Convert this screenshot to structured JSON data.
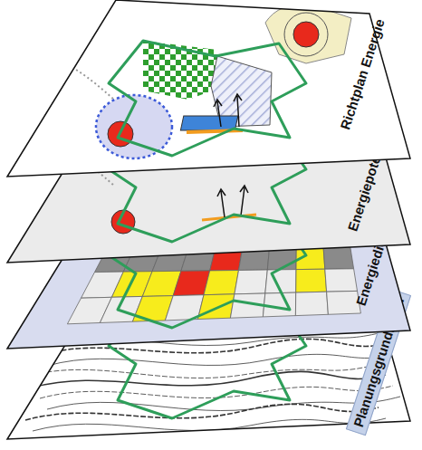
{
  "diagram": {
    "nodes": [
      {
        "text": [
          "Richtplan Energie"
        ]
      },
      {
        "text": [
          "Energiepotentiale"
        ]
      },
      {
        "text": [
          "Energiedichte"
        ]
      },
      {
        "text": [
          "Planungsgrundlagen"
        ]
      }
    ]
  }
}
